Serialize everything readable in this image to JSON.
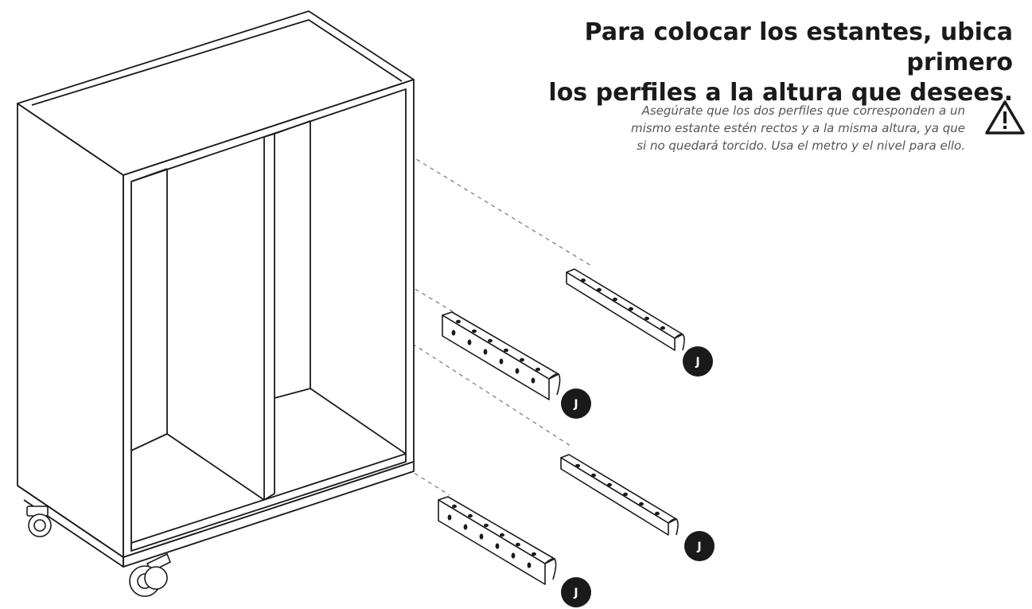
{
  "instruction": {
    "title_lines": [
      "Para colocar los estantes, ubica primero",
      "los perfiles a la altura que desees."
    ],
    "note_lines": [
      "Asegúrate que los dos perfiles que corresponden a un",
      "mismo estante estén rectos y a la misma altura, ya que",
      "si no quedará torcido. Usa el metro y el nivel para ello."
    ],
    "warning_icon": "warning-triangle-icon"
  },
  "parts": [
    {
      "label": "J"
    },
    {
      "label": "J"
    },
    {
      "label": "J"
    },
    {
      "label": "J"
    }
  ],
  "colors": {
    "line": "#1a1a1a",
    "badge": "#1a1a1a",
    "badge_text": "#ffffff",
    "dashed": "#777777"
  }
}
